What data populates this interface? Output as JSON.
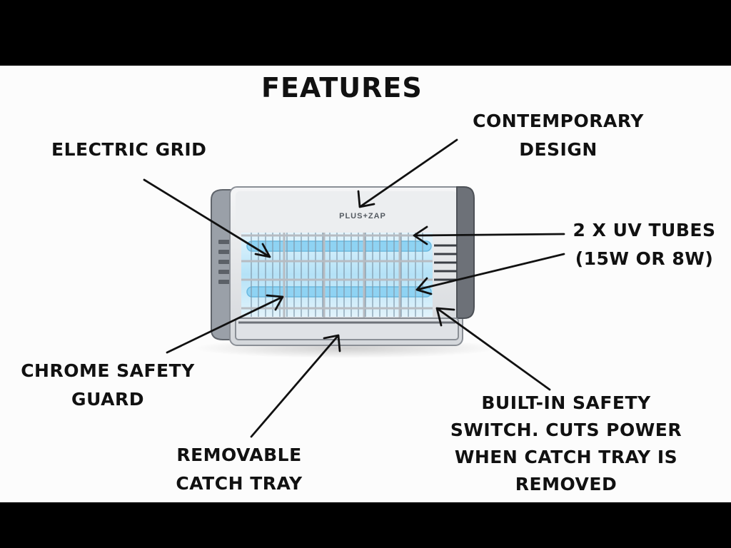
{
  "title": "FEATURES",
  "brand": "PLUS+ZAP",
  "labels": {
    "electric_grid": "ELECTRIC GRID",
    "contemporary_design": [
      "CONTEMPORARY",
      "DESIGN"
    ],
    "uv_tubes": [
      "2 X UV TUBES",
      "(15W OR 8W)"
    ],
    "chrome_guard": [
      "CHROME SAFETY",
      "GUARD"
    ],
    "catch_tray": [
      "REMOVABLE",
      "CATCH TRAY"
    ],
    "safety_switch": [
      "BUILT-IN SAFETY",
      "SWITCH. CUTS POWER",
      "WHEN CATCH TRAY IS",
      "REMOVED"
    ]
  },
  "colors": {
    "letterbox": "#000000",
    "background": "#fcfcfc",
    "ink": "#111111",
    "housing": "#e6e8eb",
    "end_caps": "#6d7178",
    "uv_glow": "#9fd8f5"
  }
}
